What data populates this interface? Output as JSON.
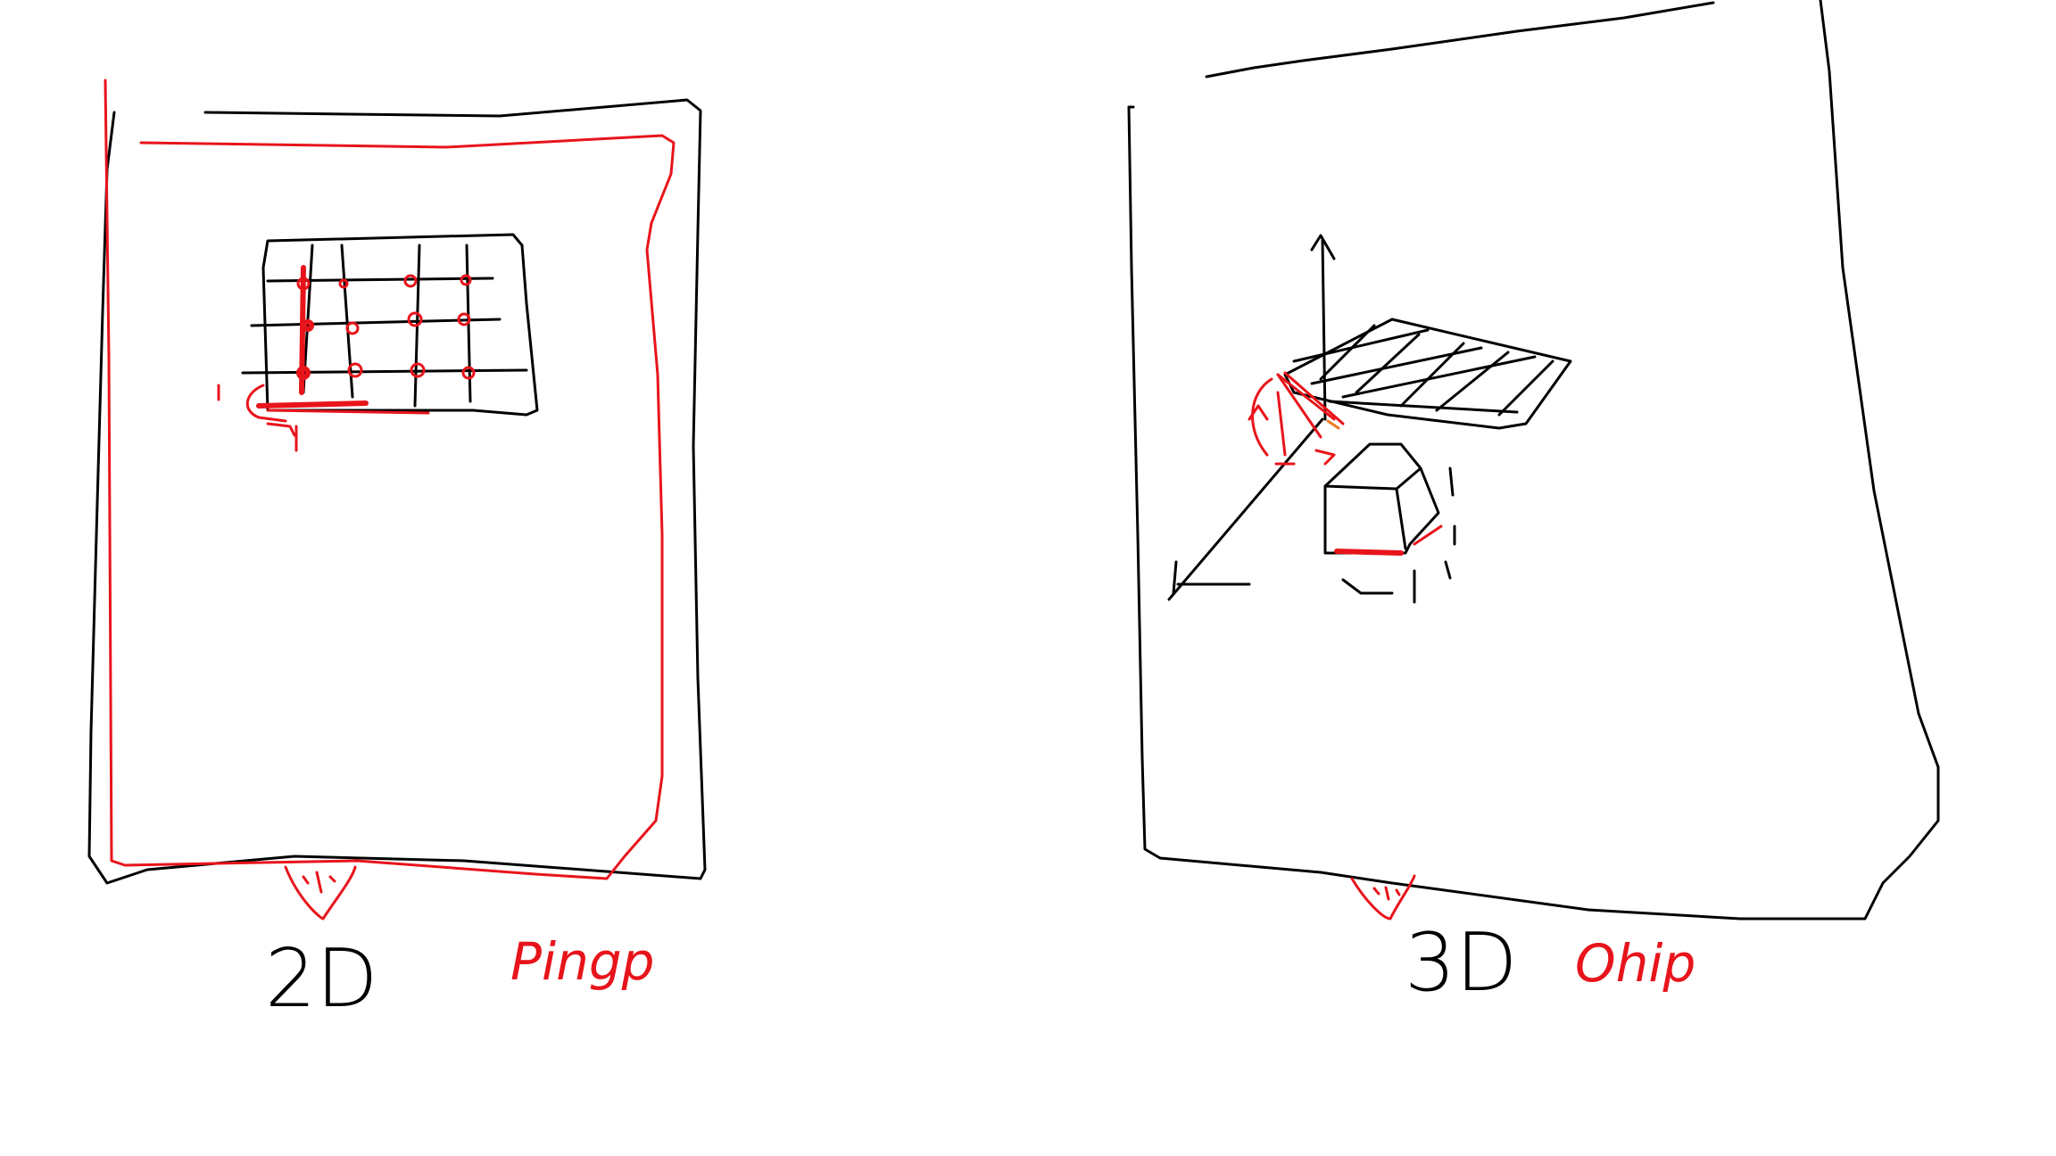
{
  "labels": {
    "left_dimension": "2D",
    "left_note": "Pingp",
    "right_dimension": "3D",
    "right_note": "Ohip"
  },
  "colors": {
    "ink": "#000000",
    "annotation": "#e8141b",
    "highlight": "#f07820",
    "background": "#ffffff"
  },
  "icons": {
    "left_marker": "eye-marker-icon",
    "right_marker": "eye-marker-icon"
  }
}
